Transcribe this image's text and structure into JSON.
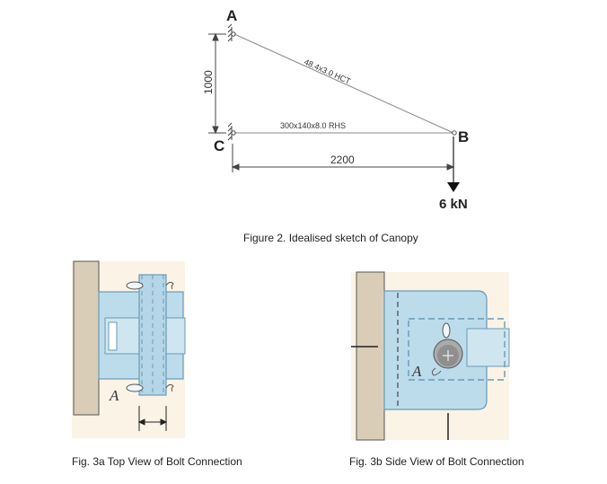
{
  "figure2": {
    "node_a": "A",
    "node_b": "B",
    "node_c": "C",
    "tie_member": "48.4x3.0 HCT",
    "beam_member": "300x140x8.0 RHS",
    "height_dim": "1000",
    "span_dim": "2200",
    "load": "6 kN",
    "caption": "Figure 2. Idealised sketch of Canopy"
  },
  "fig3a": {
    "pin_label": "A",
    "caption": "Fig. 3a Top View of Bolt Connection"
  },
  "fig3b": {
    "pin_label": "A",
    "caption": "Fig. 3b Side View of Bolt Connection"
  },
  "colors": {
    "plate_blue": "#bcdcec",
    "plate_edge": "#6a9ab5",
    "wall_tan": "#d9cdb7",
    "panel_bg": "#fbf3e6"
  }
}
